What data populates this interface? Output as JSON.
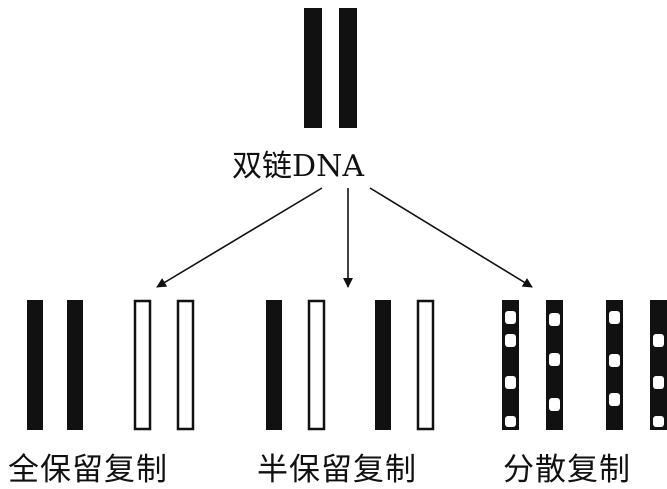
{
  "parent": {
    "label": "双链DNA"
  },
  "modes": [
    {
      "id": "conservative",
      "label": "全保留复制"
    },
    {
      "id": "semiconservative",
      "label": "半保留复制"
    },
    {
      "id": "dispersive",
      "label": "分散复制"
    }
  ],
  "colors": {
    "old_strand": "#111111",
    "new_strand": "#ffffff",
    "outline": "#111111"
  }
}
